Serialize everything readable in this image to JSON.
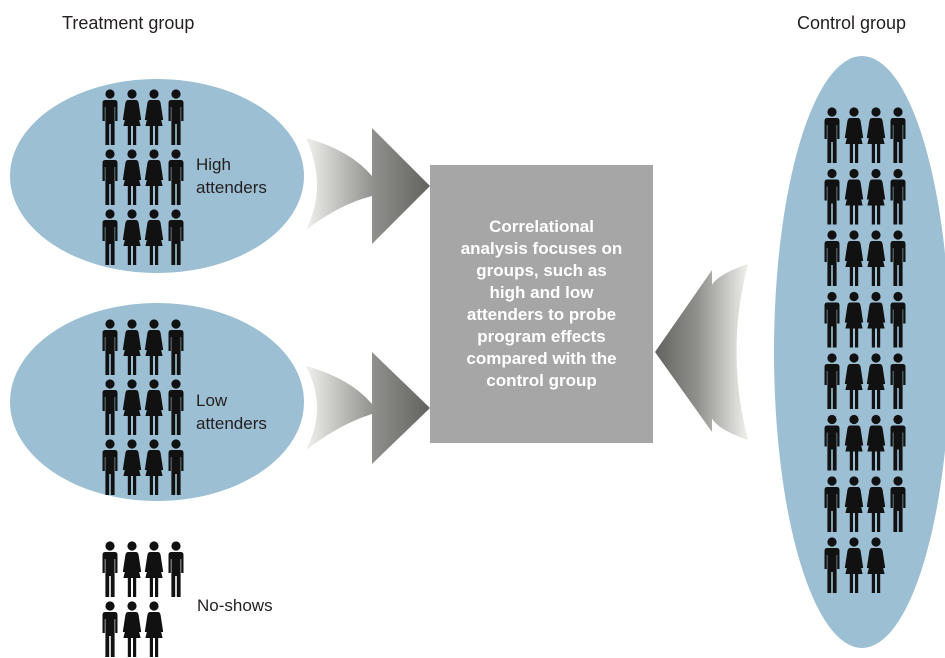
{
  "treatment_heading": "Treatment group",
  "control_heading": "Control group",
  "high_label": [
    "High",
    "attenders"
  ],
  "low_label": [
    "Low",
    "attenders"
  ],
  "noshow_label": "No-shows",
  "center_box": [
    "Correlational",
    "analysis focuses on",
    "groups, such as",
    "high and low",
    "attenders to probe",
    "program effects",
    "compared with the",
    "control group"
  ],
  "colors": {
    "ellipse": "#9cbfd3",
    "figure": "#111111",
    "box": "#a7a6a7",
    "arrow_dark": "#6a6a67",
    "arrow_light": "#e6e6e2"
  },
  "icons": {
    "person": "person-icon",
    "arrow": "arrow-icon"
  }
}
